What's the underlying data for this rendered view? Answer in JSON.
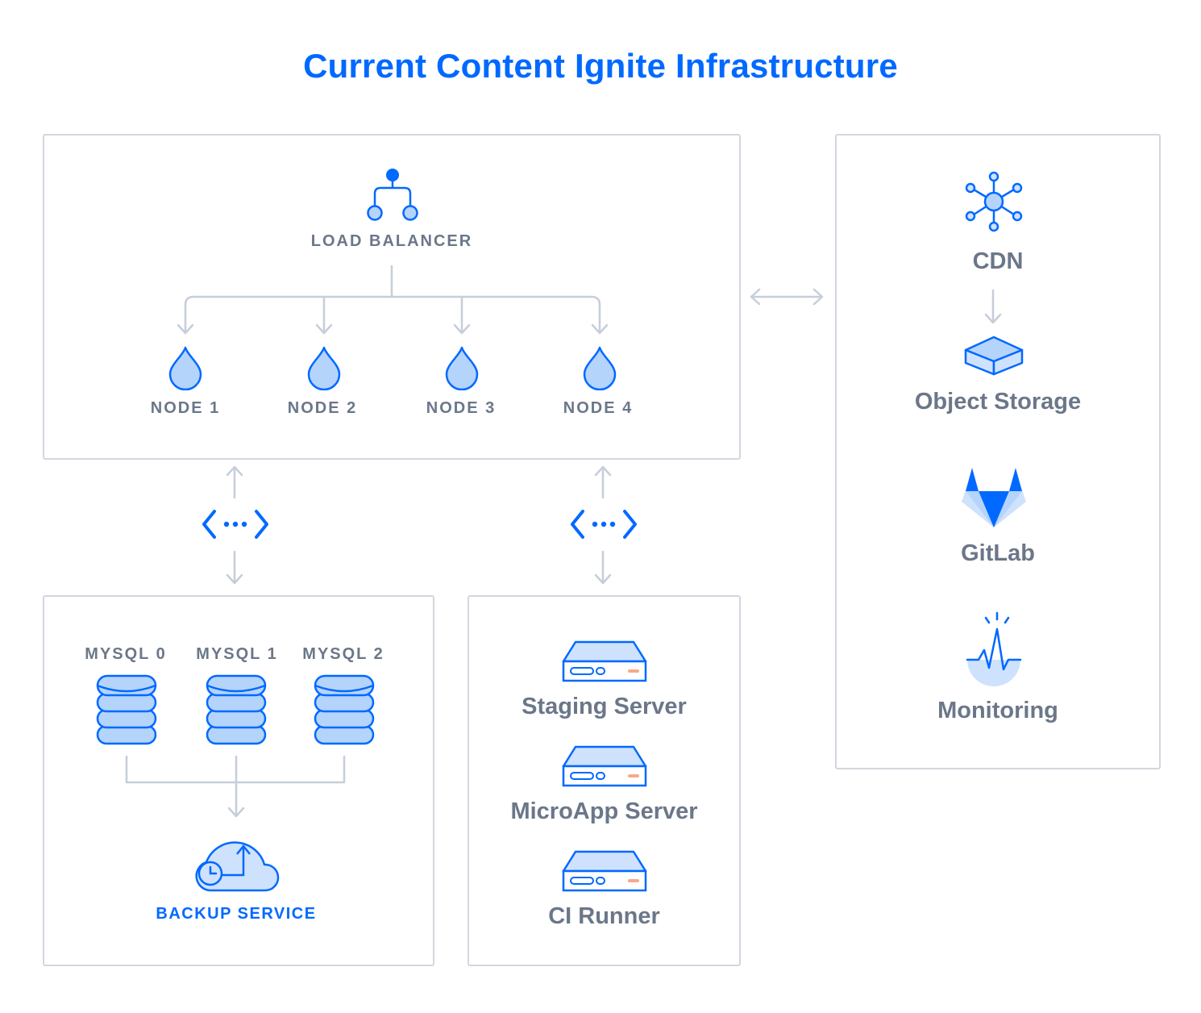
{
  "title": "Current Content Ignite Infrastructure",
  "cluster": {
    "load_balancer": "LOAD BALANCER",
    "nodes": [
      "NODE 1",
      "NODE 2",
      "NODE 3",
      "NODE 4"
    ]
  },
  "databases": {
    "items": [
      "MYSQL 0",
      "MYSQL 1",
      "MYSQL 2"
    ],
    "backup": "BACKUP SERVICE"
  },
  "servers": {
    "items": [
      "Staging Server",
      "MicroApp Server",
      "CI Runner"
    ]
  },
  "services": {
    "items": [
      "CDN",
      "Object Storage",
      "GitLab",
      "Monitoring"
    ]
  },
  "colors": {
    "accent": "#0069ff",
    "text": "#6b7789",
    "border": "#d2d7df",
    "icon_fill": "#b5d4fb",
    "arrow": "#c6ceda"
  }
}
